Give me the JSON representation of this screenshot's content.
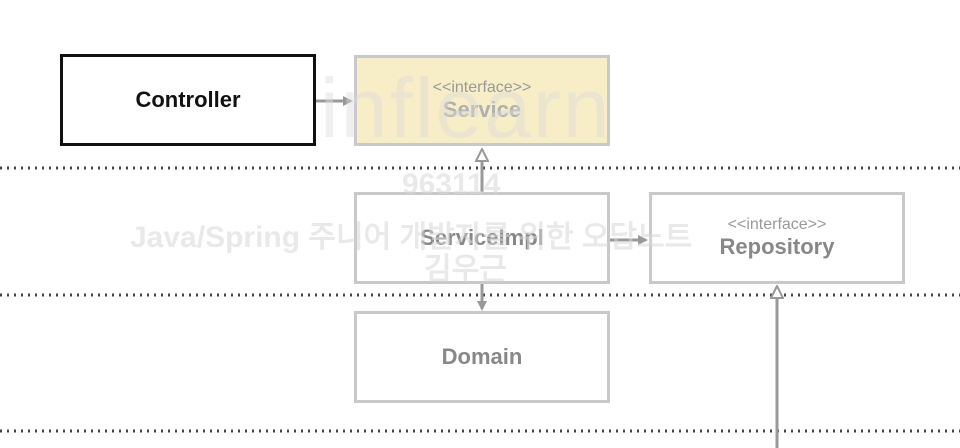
{
  "boxes": {
    "controller": {
      "title": "Controller"
    },
    "service": {
      "stereotype": "<<interface>>",
      "title": "Service"
    },
    "serviceimpl": {
      "title": "ServiceImpl"
    },
    "repository": {
      "stereotype": "<<interface>>",
      "title": "Repository"
    },
    "domain": {
      "title": "Domain"
    }
  },
  "watermark": {
    "brand": "inflearn",
    "code": "963114",
    "course": "Java/Spring 주니어 개발자를 위한 오답노트",
    "author": "김우근"
  },
  "colors": {
    "service_fill": "#f7edc7",
    "active_border": "#111111",
    "faded_border": "#c9c9c9",
    "arrow": "#999999",
    "divider": "#444444"
  }
}
